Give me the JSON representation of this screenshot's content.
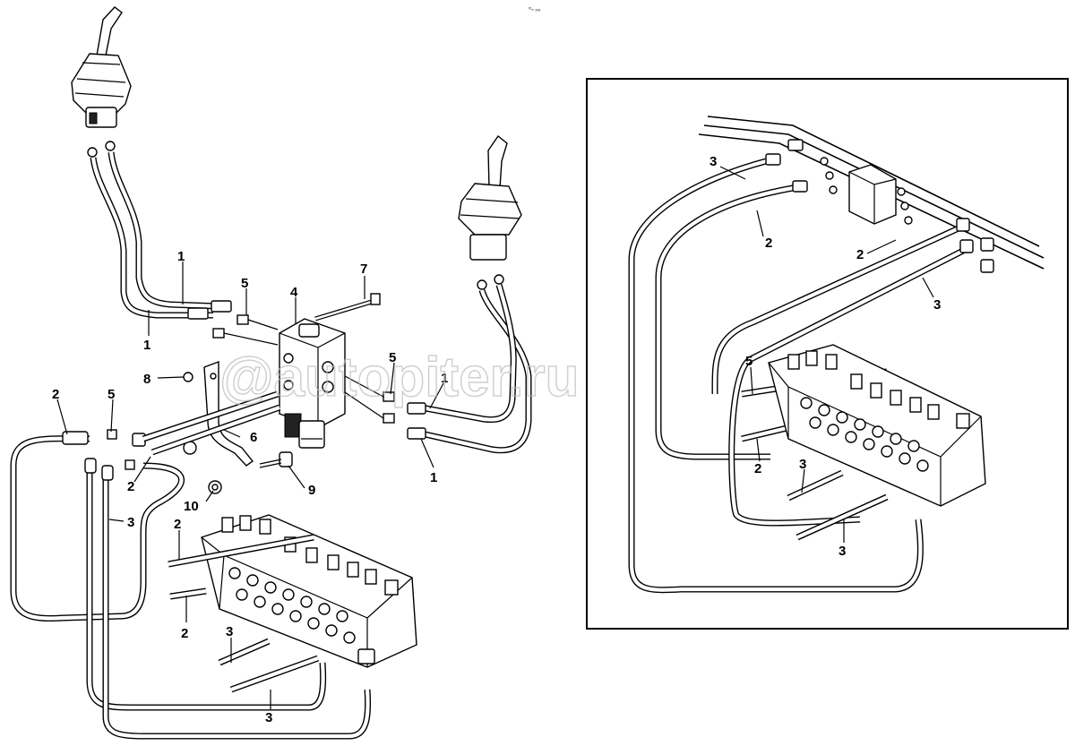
{
  "callouts": {
    "c1": "1",
    "c2": "2",
    "c3": "3",
    "c4": "4",
    "c5": "5",
    "c6": "6",
    "c7": "7",
    "c8": "8",
    "c9": "9",
    "c10": "10"
  },
  "watermark": "@autopiter.ru",
  "corner_mark": "ᵐₙ ₓₓₓ"
}
